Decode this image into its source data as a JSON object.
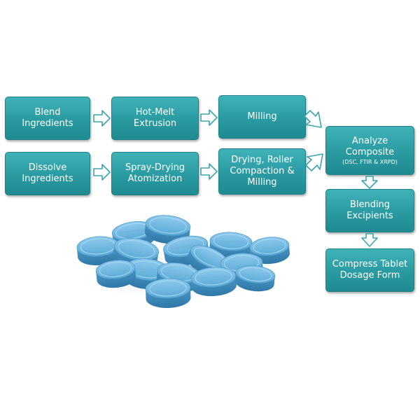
{
  "diagram": {
    "boxes": [
      {
        "id": "blend",
        "lines": [
          "Blend",
          "Ingredients"
        ]
      },
      {
        "id": "hme",
        "lines": [
          "Hot-Melt Extrusion"
        ]
      },
      {
        "id": "milling",
        "lines": [
          "Milling"
        ]
      },
      {
        "id": "dissolve",
        "lines": [
          "Dissolve",
          "Ingredients"
        ]
      },
      {
        "id": "spray",
        "lines": [
          "Spray-Drying",
          "Atomization"
        ]
      },
      {
        "id": "drying",
        "lines": [
          "Drying, Roller",
          "Compaction &",
          "Milling"
        ]
      },
      {
        "id": "analyze",
        "lines": [
          "Analyze",
          "Composite"
        ],
        "small": "(DSC, FTIR & XRPD)"
      },
      {
        "id": "blending",
        "lines": [
          "Blending",
          "Excipients"
        ]
      },
      {
        "id": "compress",
        "lines": [
          "Compress Tablet",
          "Dosage Form"
        ]
      }
    ]
  },
  "colors": {
    "box": "#2a9aa1",
    "arrow_fill": "#ffffff",
    "arrow_stroke": "#3aa7ad",
    "tablet": "#5aa9d6"
  }
}
